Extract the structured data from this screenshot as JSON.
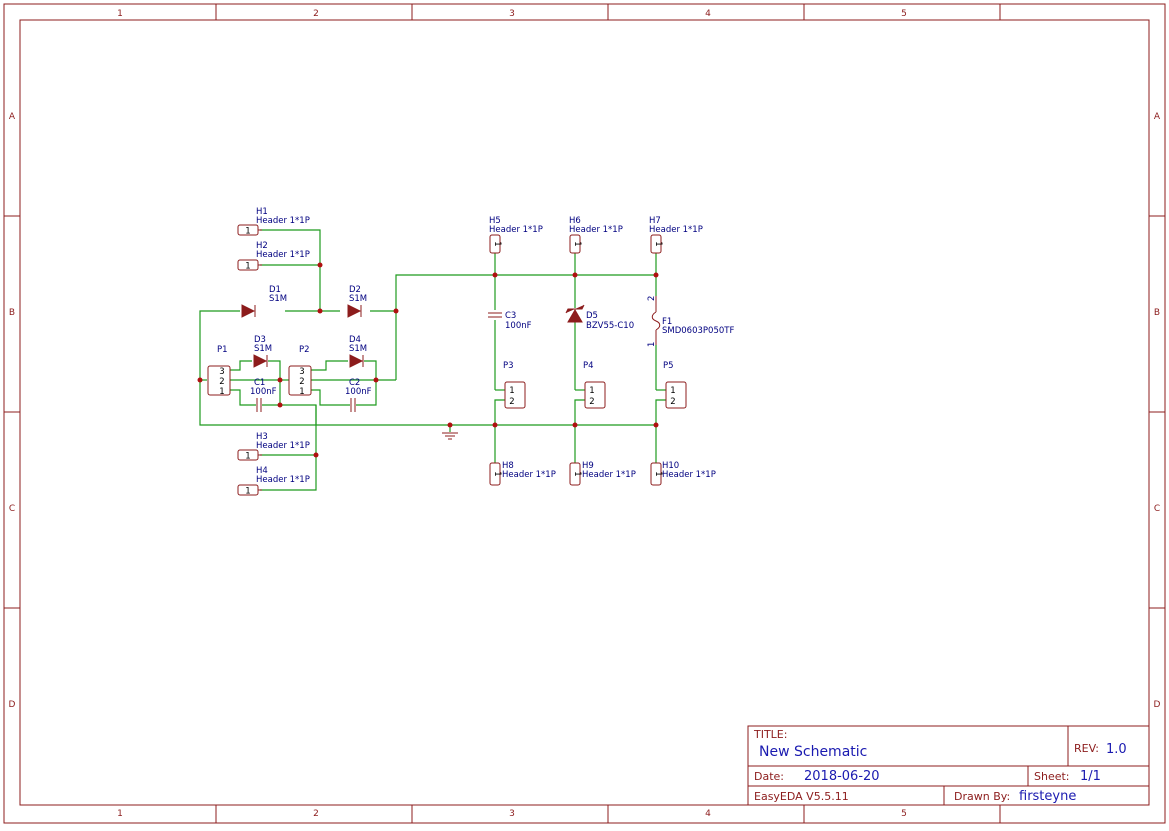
{
  "sheet": {
    "columns": [
      "1",
      "2",
      "3",
      "4",
      "5"
    ],
    "rows": [
      "A",
      "B",
      "C",
      "D"
    ]
  },
  "title_block": {
    "title_label": "TITLE:",
    "title": "New Schematic",
    "rev_label": "REV:",
    "rev": "1.0",
    "date_label": "Date:",
    "date": "2018-06-20",
    "sheet_label": "Sheet:",
    "sheet": "1/1",
    "software": "EasyEDA V5.5.11",
    "drawn_label": "Drawn By:",
    "drawn_by": "firsteyne"
  },
  "components": {
    "H1": {
      "ref": "H1",
      "value": "Header 1*1P",
      "pin": "1"
    },
    "H2": {
      "ref": "H2",
      "value": "Header 1*1P",
      "pin": "1"
    },
    "H3": {
      "ref": "H3",
      "value": "Header 1*1P",
      "pin": "1"
    },
    "H4": {
      "ref": "H4",
      "value": "Header 1*1P",
      "pin": "1"
    },
    "H5": {
      "ref": "H5",
      "value": "Header 1*1P",
      "pin": "1"
    },
    "H6": {
      "ref": "H6",
      "value": "Header 1*1P",
      "pin": "1"
    },
    "H7": {
      "ref": "H7",
      "value": "Header 1*1P",
      "pin": "1"
    },
    "H8": {
      "ref": "H8",
      "value": "Header 1*1P",
      "pin": "1"
    },
    "H9": {
      "ref": "H9",
      "value": "Header 1*1P",
      "pin": "1"
    },
    "H10": {
      "ref": "H10",
      "value": "Header 1*1P",
      "pin": "1"
    },
    "D1": {
      "ref": "D1",
      "value": "S1M"
    },
    "D2": {
      "ref": "D2",
      "value": "S1M"
    },
    "D3": {
      "ref": "D3",
      "value": "S1M"
    },
    "D4": {
      "ref": "D4",
      "value": "S1M"
    },
    "D5": {
      "ref": "D5",
      "value": "BZV55-C10"
    },
    "C1": {
      "ref": "C1",
      "value": "100nF"
    },
    "C2": {
      "ref": "C2",
      "value": "100nF"
    },
    "C3": {
      "ref": "C3",
      "value": "100nF"
    },
    "F1": {
      "ref": "F1",
      "value": "SMD0603P050TF",
      "pin1": "1",
      "pin2": "2"
    },
    "P1": {
      "ref": "P1",
      "pins": [
        "3",
        "2",
        "1"
      ]
    },
    "P2": {
      "ref": "P2",
      "pins": [
        "3",
        "2",
        "1"
      ]
    },
    "P3": {
      "ref": "P3",
      "pins": [
        "1",
        "2"
      ]
    },
    "P4": {
      "ref": "P4",
      "pins": [
        "1",
        "2"
      ]
    },
    "P5": {
      "ref": "P5",
      "pins": [
        "1",
        "2"
      ]
    }
  },
  "colors": {
    "frame": "#8c1c1c",
    "wire": "#1e9b1e",
    "junction": "#b01010",
    "designator": "#000080"
  }
}
